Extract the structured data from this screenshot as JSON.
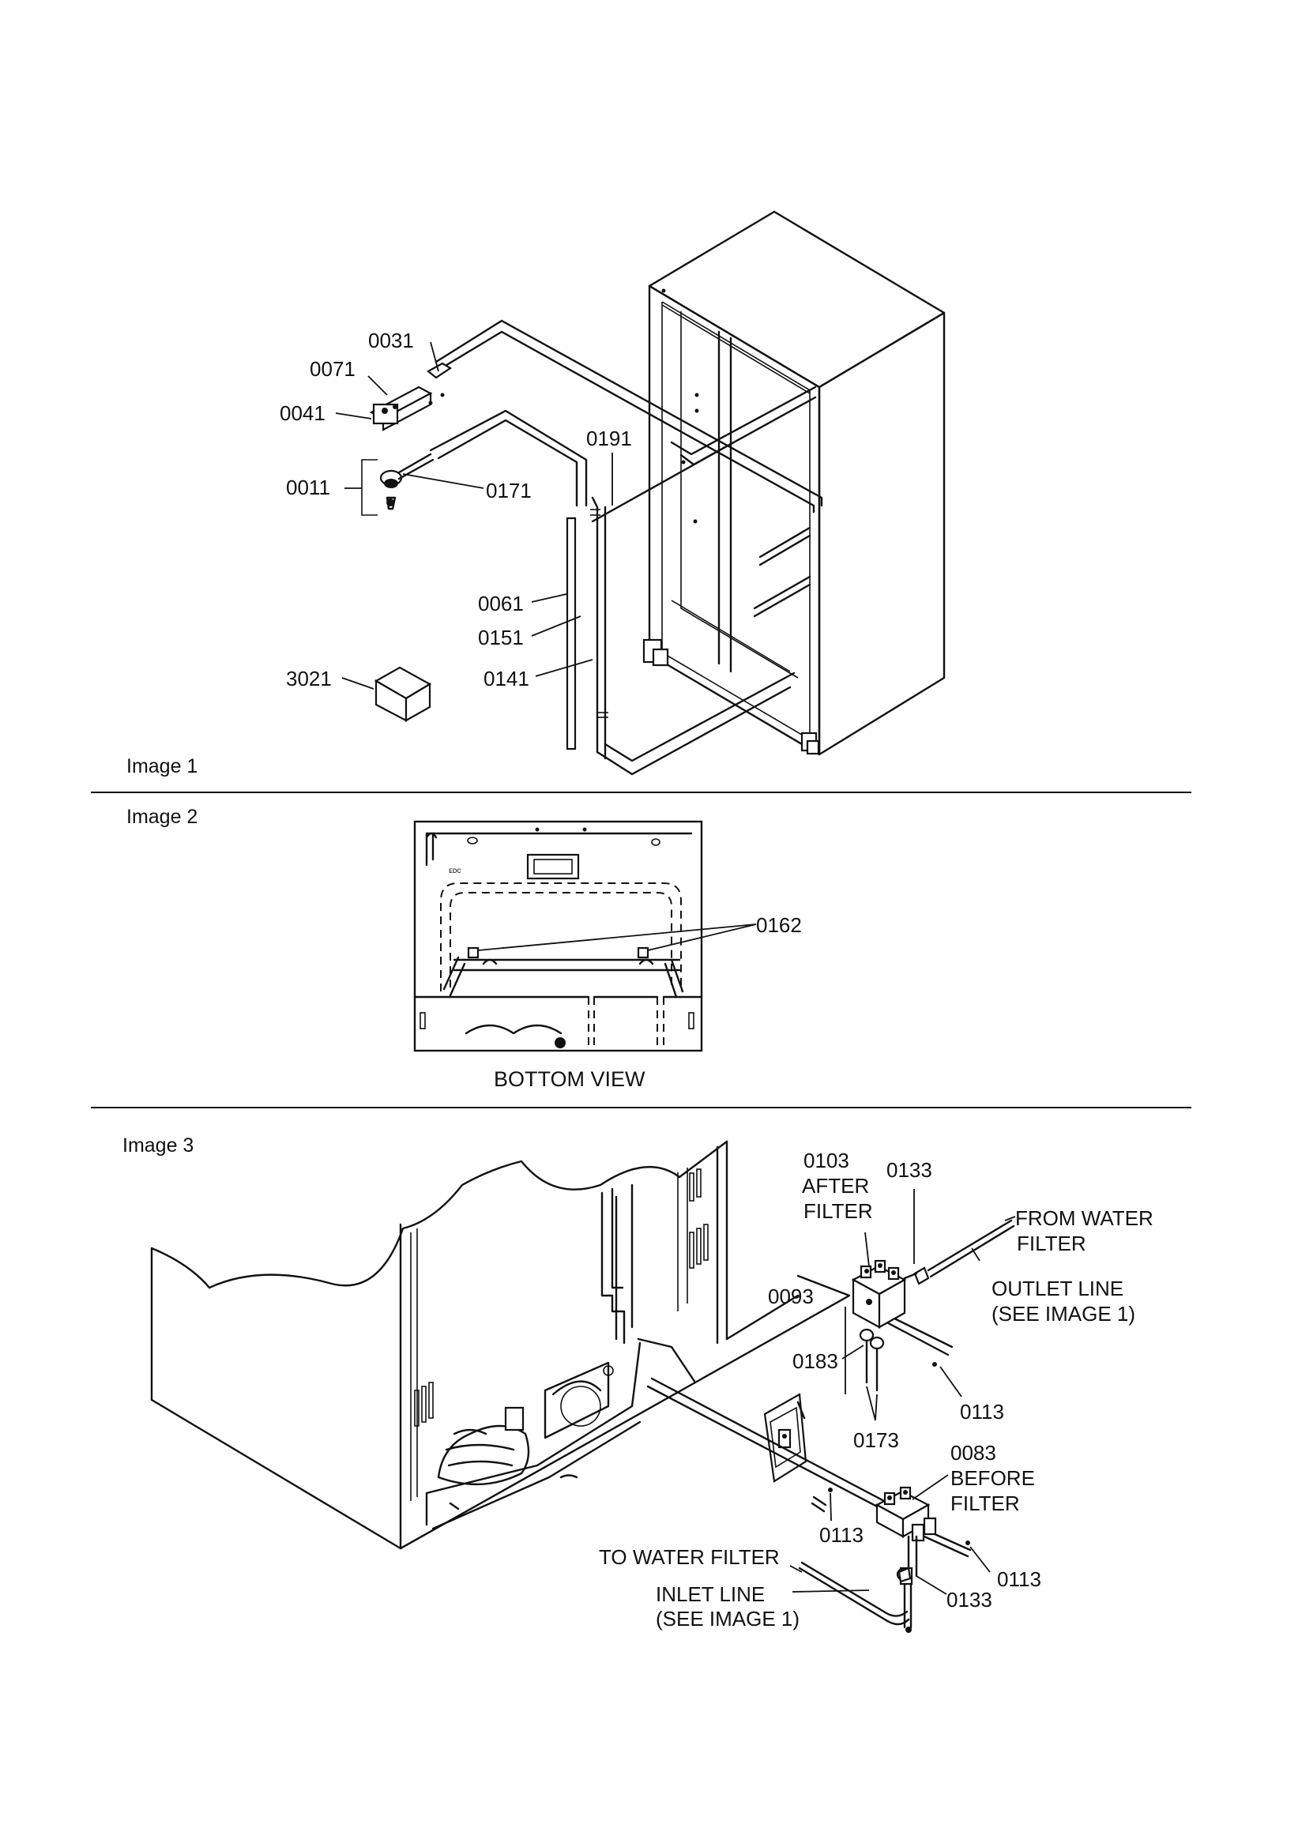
{
  "sections": {
    "image1": "Image 1",
    "image2": "Image 2",
    "image3": "Image 3",
    "bottom_view": "BOTTOM VIEW"
  },
  "image1_callouts": {
    "c0031": "0031",
    "c0071": "0071",
    "c0041": "0041",
    "c0011": "0011",
    "c0171": "0171",
    "c0191": "0191",
    "c0061": "0061",
    "c0151": "0151",
    "c0141": "0141",
    "c3021": "3021"
  },
  "image2_callouts": {
    "c0162": "0162"
  },
  "image3_callouts": {
    "c0103": "0103",
    "after_filter_1": "AFTER",
    "after_filter_2": "FILTER",
    "c0133_top": "0133",
    "from_water_1": "FROM WATER",
    "from_water_2": "FILTER",
    "outlet_1": "OUTLET LINE",
    "outlet_2": "(SEE IMAGE 1)",
    "c0093": "0093",
    "c0183": "0183",
    "c0113_a": "0113",
    "c0173": "0173",
    "c0083": "0083",
    "before_filter_1": "BEFORE",
    "before_filter_2": "FILTER",
    "c0113_b": "0113",
    "to_water": "TO WATER FILTER",
    "c0113_c": "0113",
    "inlet_1": "INLET LINE",
    "inlet_2": "(SEE IMAGE 1)",
    "c0133_bottom": "0133"
  }
}
